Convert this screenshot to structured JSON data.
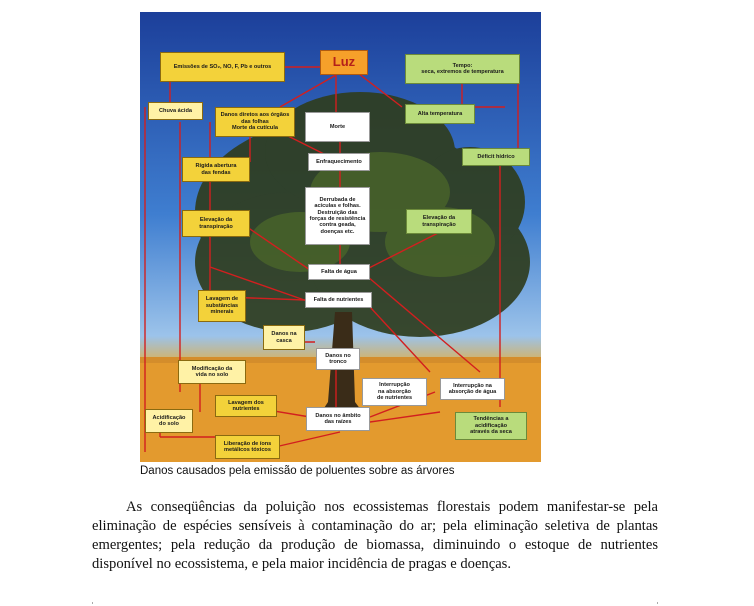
{
  "figure": {
    "boxes": {
      "emissoes": "Emissões de SO₂, NO, F, Pb e outros",
      "luz": "Luz",
      "tempo": "Tempo:\nseca, extremos de temperatura",
      "chuva_acida": "Chuva ácida",
      "danos_diretos": "Danos diretos aos órgãos\ndas folhas\nMorte da cutícula",
      "morte": "Morte",
      "alta_temperatura": "Alta temperatura",
      "deficit_hidrico": "Déficit hídrico",
      "rigida_abertura": "Rígida abertura\ndas fendas",
      "enfraquecimento": "Enfraquecimento",
      "derrubada": "Derrubada de\nacículas e folhas.\nDestruição das\nforças de resistência\ncontra geada,\ndoenças etc.",
      "elevacao_transpiracao_esq": "Elevação da\ntranspiração",
      "elevacao_transpiracao_dir": "Elevação da\ntranspiração",
      "falta_agua": "Falta de água",
      "lavagem_substancias": "Lavagem de\nsubstâncias\nminerais",
      "falta_nutrientes": "Falta de nutrientes",
      "danos_casca": "Danos na\ncasca",
      "danos_tronco": "Danos no\ntronco",
      "modificacao_vida": "Modificação da\nvida no solo",
      "interrupcao_nutrientes": "Interrupção\nna absorção\nde nutrientes",
      "interrupcao_agua": "Interrupção na\nabsorção de água",
      "acidificacao_solo": "Acidificação\ndo solo",
      "lavagem_nutrientes": "Lavagem dos\nnutrientes",
      "danos_raizes": "Danos no âmbito\ndas raízes",
      "tendencias": "Tendências a\nacidificação\natravés da seca",
      "liberacao_ions": "Liberação de íons\nmetálicos tóxicos"
    }
  },
  "caption": "Danos causados pela emissão de poluentes sobre as árvores",
  "paragraph": "As conseqüências da poluição nos ecossistemas florestais podem manifestar-se pela eliminação de espécies sensíveis à contaminação do ar; pela eliminação seletiva de plantas emergentes; pela redução da produção de biomassa, diminuindo o estoque de nutrientes disponível no ecossistema, e pela maior incidência de pragas e doenças."
}
